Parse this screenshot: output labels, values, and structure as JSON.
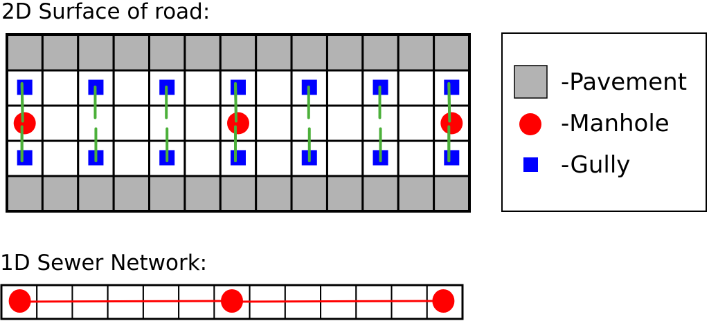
{
  "surface": {
    "title": "2D Surface of road:",
    "columns": 13,
    "manhole_columns": [
      0,
      6,
      12
    ],
    "gully_columns": [
      0,
      2,
      4,
      6,
      8,
      10,
      12
    ],
    "colors": {
      "pavement": "#b3b3b3",
      "manhole": "#ff0000",
      "gully": "#0000ff",
      "connection": "#4cb03a",
      "grid": "#000000"
    }
  },
  "legend": {
    "items": [
      {
        "symbol": "pavement",
        "label": "-Pavement"
      },
      {
        "symbol": "manhole",
        "label": "-Manhole"
      },
      {
        "symbol": "gully",
        "label": "-Gully"
      }
    ]
  },
  "sewer": {
    "title": "1D Sewer Network:",
    "cells": 13,
    "manhole_cells": [
      0,
      6,
      12
    ],
    "pipe_color": "#ff0000"
  }
}
